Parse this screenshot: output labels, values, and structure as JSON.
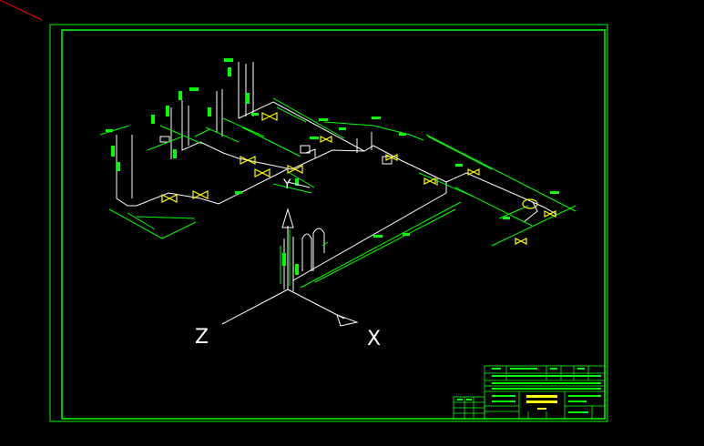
{
  "drawing": {
    "axes": {
      "z_label": "Z",
      "x_label": "X",
      "y_label": "Y"
    },
    "colors": {
      "background": "#000000",
      "frame": "#00ff00",
      "pipe": "#ffffff",
      "dimension": "#00ff00",
      "valve": "#ffff00",
      "title_block": "#00ff00",
      "title_text": "#ffff00",
      "stray_line": "#ff0000"
    },
    "icons": [
      "valve-icon",
      "arrow-head-icon",
      "elbow-icon"
    ]
  }
}
